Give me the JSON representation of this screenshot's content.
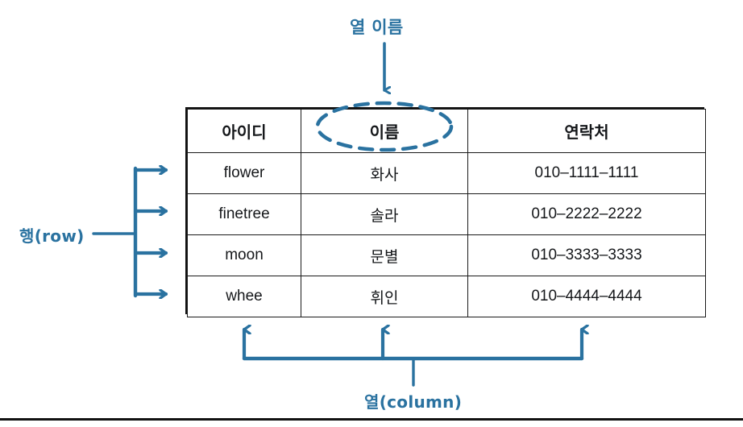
{
  "diagram": {
    "title_semantic": "database-table-anatomy-diagram",
    "accent_color": "#2a72a0",
    "line_color": "#111111"
  },
  "annotations": {
    "column_name": {
      "label": "열 이름",
      "icon": "down-arrow-icon",
      "points_to": "이름"
    },
    "row": {
      "label": "행(row)",
      "icon": "right-arrow-bracket-icon",
      "arrow_count": 4
    },
    "column": {
      "label": "열(column)",
      "icon": "up-arrow-bracket-icon",
      "arrow_count": 3
    }
  },
  "table": {
    "headers": [
      "아이디",
      "이름",
      "연락처"
    ],
    "rows": [
      {
        "id": "flower",
        "name": "화사",
        "phone": "010–1111–1111"
      },
      {
        "id": "finetree",
        "name": "솔라",
        "phone": "010–2222–2222"
      },
      {
        "id": "moon",
        "name": "문별",
        "phone": "010–3333–3333"
      },
      {
        "id": "whee",
        "name": "휘인",
        "phone": "010–4444–4444"
      }
    ]
  }
}
